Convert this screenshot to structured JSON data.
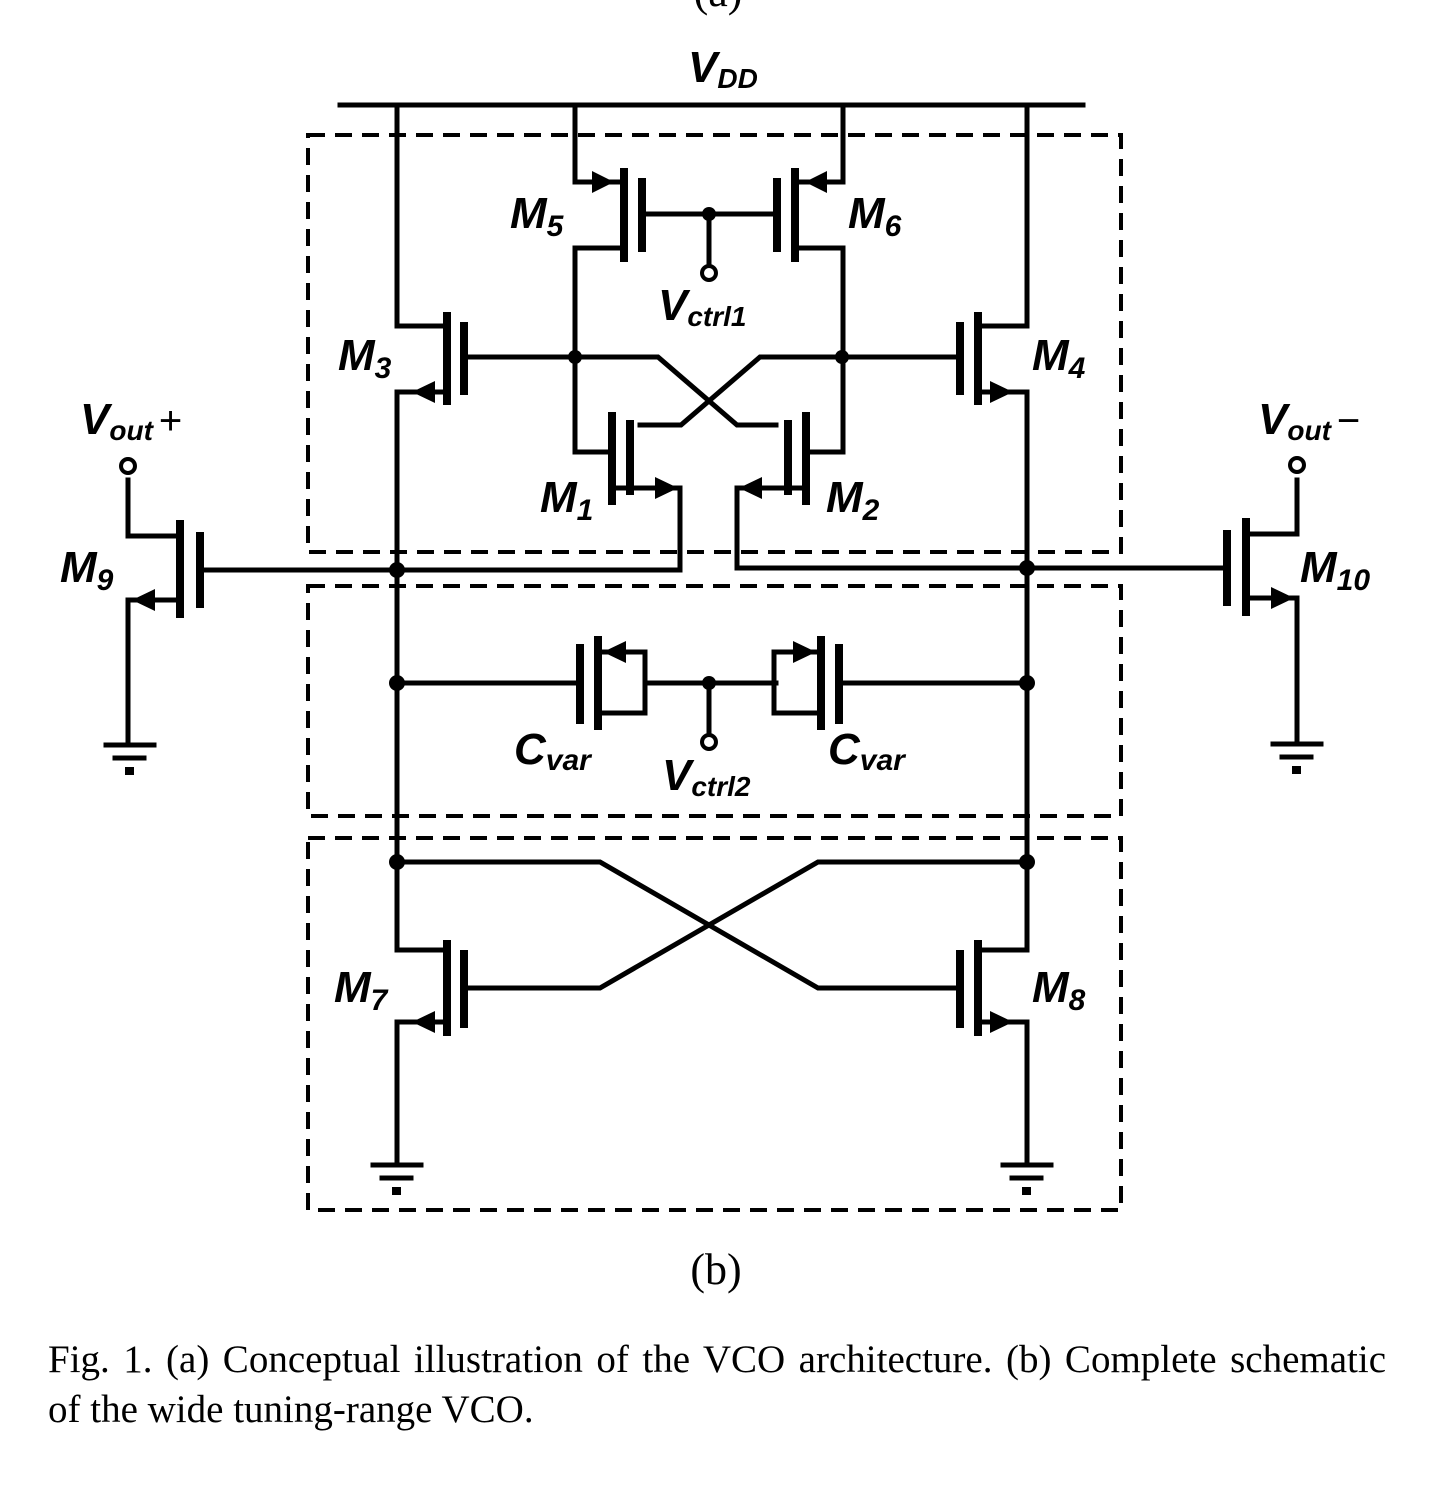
{
  "top_label": "(a)",
  "supply": {
    "label": "V",
    "sub": "DD"
  },
  "transistors": {
    "m1": {
      "base": "M",
      "sub": "1"
    },
    "m2": {
      "base": "M",
      "sub": "2"
    },
    "m3": {
      "base": "M",
      "sub": "3"
    },
    "m4": {
      "base": "M",
      "sub": "4"
    },
    "m5": {
      "base": "M",
      "sub": "5"
    },
    "m6": {
      "base": "M",
      "sub": "6"
    },
    "m7": {
      "base": "M",
      "sub": "7"
    },
    "m8": {
      "base": "M",
      "sub": "8"
    },
    "m9": {
      "base": "M",
      "sub": "9"
    },
    "m10": {
      "base": "M",
      "sub": "10"
    }
  },
  "controls": {
    "ctrl1": {
      "base": "V",
      "sub": "ctrl1"
    },
    "ctrl2": {
      "base": "V",
      "sub": "ctrl2"
    }
  },
  "varactors": {
    "left": {
      "base": "C",
      "sub": "var"
    },
    "right": {
      "base": "C",
      "sub": "var"
    }
  },
  "outputs": {
    "plus": {
      "base": "V",
      "sub": "out",
      "sign": "+"
    },
    "minus": {
      "base": "V",
      "sub": "out",
      "sign": "−"
    }
  },
  "subfigure_label": "(b)",
  "caption": "Fig. 1.  (a) Conceptual illustration of the VCO architecture. (b) Complete schematic of the wide tuning-range VCO."
}
